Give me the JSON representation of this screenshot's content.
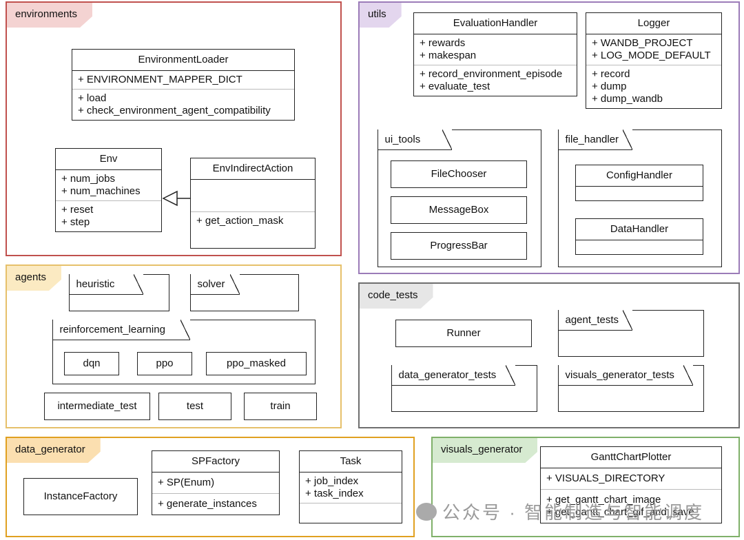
{
  "colors": {
    "environments": "#c0504d",
    "utils": "#9b7bb8",
    "agents": "#e6c06a",
    "code_tests": "#6e6e6e",
    "data_generator": "#e0a020",
    "visuals_generator": "#7fb069"
  },
  "environments": {
    "label": "environments",
    "environment_loader": {
      "name": "EnvironmentLoader",
      "attrs": [
        "+ ENVIRONMENT_MAPPER_DICT"
      ],
      "methods": [
        "+ load",
        "+ check_environment_agent_compatibility"
      ]
    },
    "env": {
      "name": "Env",
      "attrs": [
        "+ num_jobs",
        "+ num_machines"
      ],
      "methods": [
        "+ reset",
        "+ step"
      ]
    },
    "env_indirect": {
      "name": "EnvIndirectAction",
      "attrs": [],
      "methods": [
        "+ get_action_mask"
      ]
    }
  },
  "utils": {
    "label": "utils",
    "evaluation_handler": {
      "name": "EvaluationHandler",
      "attrs": [
        "+ rewards",
        "+ makespan"
      ],
      "methods": [
        "+ record_environment_episode",
        "+ evaluate_test"
      ]
    },
    "logger": {
      "name": "Logger",
      "attrs": [
        "+ WANDB_PROJECT",
        "+ LOG_MODE_DEFAULT"
      ],
      "methods": [
        "+ record",
        "+ dump",
        "+ dump_wandb"
      ]
    },
    "ui_tools": {
      "label": "ui_tools",
      "items": [
        "FileChooser",
        "MessageBox",
        "ProgressBar"
      ]
    },
    "file_handler": {
      "label": "file_handler",
      "items": [
        "ConfigHandler",
        "DataHandler"
      ]
    }
  },
  "agents": {
    "label": "agents",
    "heuristic": "heuristic",
    "solver": "solver",
    "rl": {
      "label": "reinforcement_learning",
      "items": [
        "dqn",
        "ppo",
        "ppo_masked"
      ]
    },
    "modules": [
      "intermediate_test",
      "test",
      "train"
    ]
  },
  "code_tests": {
    "label": "code_tests",
    "runner": "Runner",
    "agent_tests": "agent_tests",
    "data_generator_tests": "data_generator_tests",
    "visuals_generator_tests": "visuals_generator_tests"
  },
  "data_generator": {
    "label": "data_generator",
    "instance_factory": "InstanceFactory",
    "sp_factory": {
      "name": "SPFactory",
      "attrs": [
        "+ SP(Enum)"
      ],
      "methods": [
        "+ generate_instances"
      ]
    },
    "task": {
      "name": "Task",
      "attrs": [
        "+ job_index",
        "+ task_index"
      ],
      "methods": []
    }
  },
  "visuals_generator": {
    "label": "visuals_generator",
    "gantt": {
      "name": "GanttChartPlotter",
      "attrs": [
        "+ VISUALS_DIRECTORY"
      ],
      "methods": [
        "+ get_gantt_chart_image",
        "+ get_gantt_chart_gif_and_save"
      ]
    }
  },
  "watermark": "公众号 · 智能制造与智能调度"
}
